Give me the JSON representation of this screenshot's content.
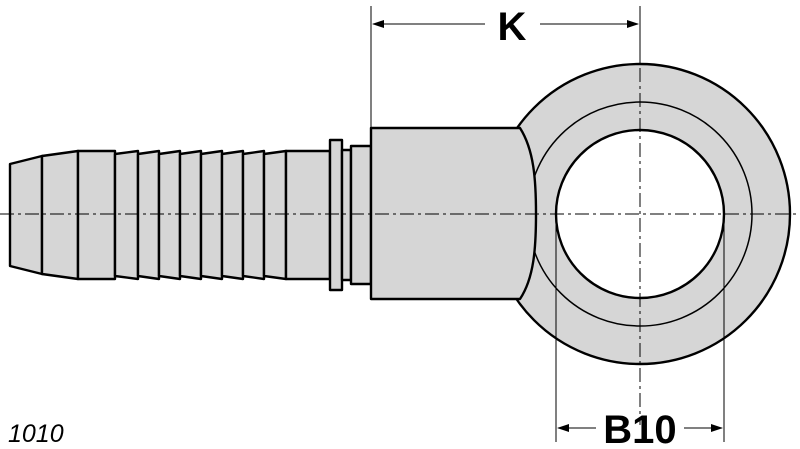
{
  "drawing": {
    "dimension_top": "K",
    "dimension_bottom": "B10",
    "code": "1010",
    "fill_color": "#d6d6d6",
    "line_color": "#000000"
  }
}
